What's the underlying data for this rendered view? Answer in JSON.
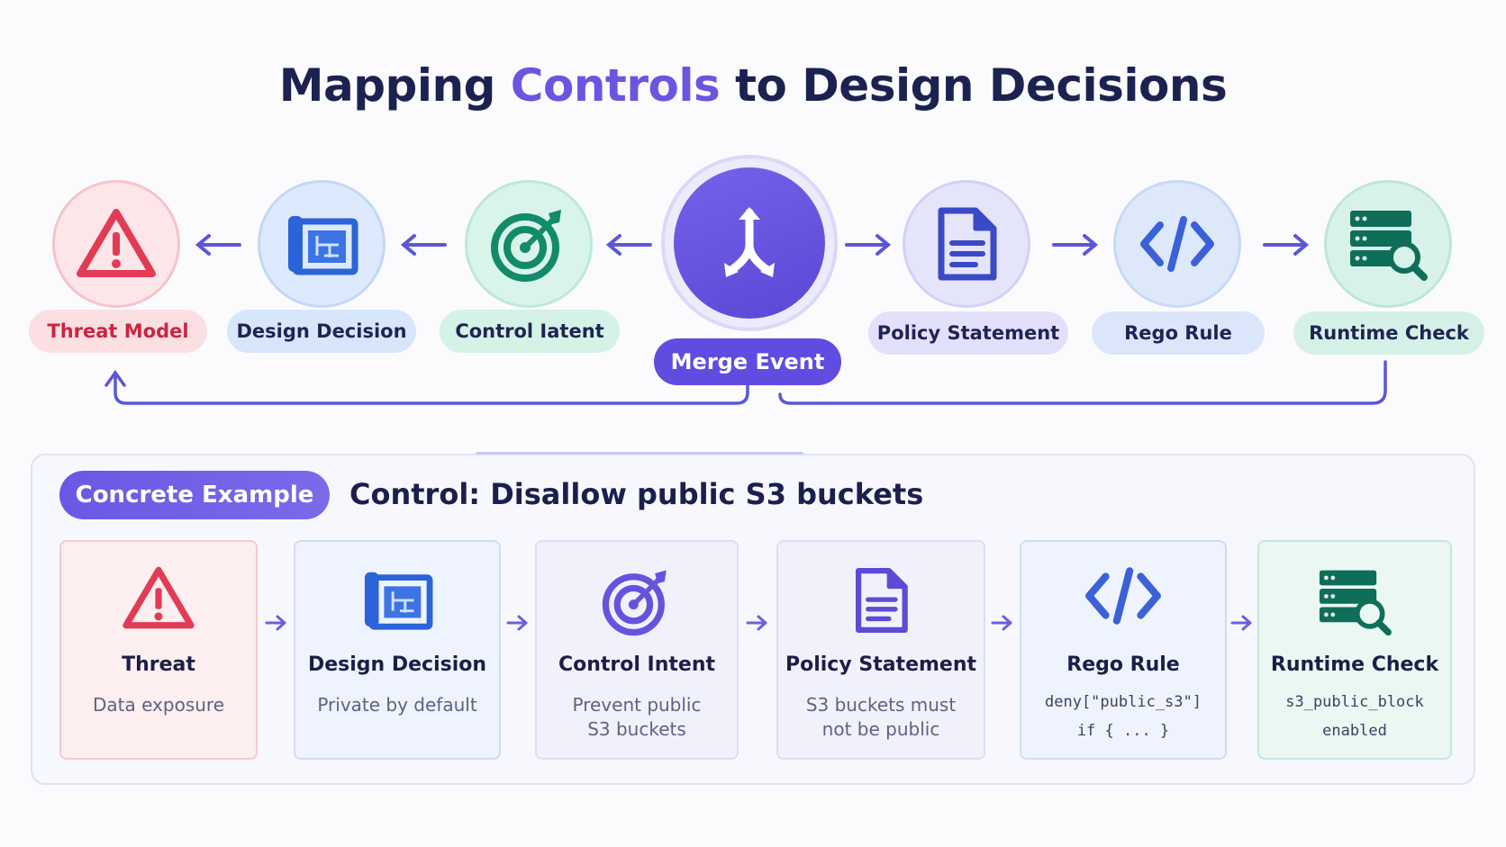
{
  "title": {
    "part1": "Mapping ",
    "accent": "Controls",
    "part2": " to Design Decisions"
  },
  "colors": {
    "accent": "#6b55e0",
    "arrow": "#5b57d6",
    "threat": "#e23b55",
    "design": "#2b63d9",
    "intent": "#138a69",
    "policy": "#3a49c6",
    "rego": "#3a61d8",
    "runtime": "#0f6e5a"
  },
  "flow": {
    "threat": {
      "label": "Threat Model",
      "icon": "warning-icon"
    },
    "design": {
      "label": "Design Decision",
      "icon": "blueprint-icon"
    },
    "intent": {
      "label": "Control Iatent",
      "icon": "target-icon"
    },
    "merge": {
      "label": "Merge Event",
      "icon": "merge-icon"
    },
    "policy": {
      "label": "Policy Statement",
      "icon": "document-icon"
    },
    "rego": {
      "label": "Rego Rule",
      "icon": "code-icon"
    },
    "runtime": {
      "label": "Runtime Check",
      "icon": "server-search-icon"
    }
  },
  "example": {
    "badge": "Concrete Example",
    "title": "Control: Disallow public S3 buckets",
    "cards": [
      {
        "title": "Threat",
        "desc": "Data exposure",
        "icon": "warning-icon"
      },
      {
        "title": "Design Decision",
        "desc": "Private by default",
        "icon": "blueprint-icon"
      },
      {
        "title": "Control Intent",
        "desc1": "Prevent public",
        "desc2": "S3 buckets",
        "icon": "target-icon"
      },
      {
        "title": "Policy Statement",
        "desc1": "S3 buckets must",
        "desc2": "not be public",
        "icon": "document-icon"
      },
      {
        "title": "Rego Rule",
        "desc1": "deny[\"public_s3\"]",
        "desc2": "if { ... }",
        "icon": "code-icon"
      },
      {
        "title": "Runtime Check",
        "desc1": "s3_public_block",
        "desc2": "enabled",
        "icon": "server-search-icon"
      }
    ]
  }
}
